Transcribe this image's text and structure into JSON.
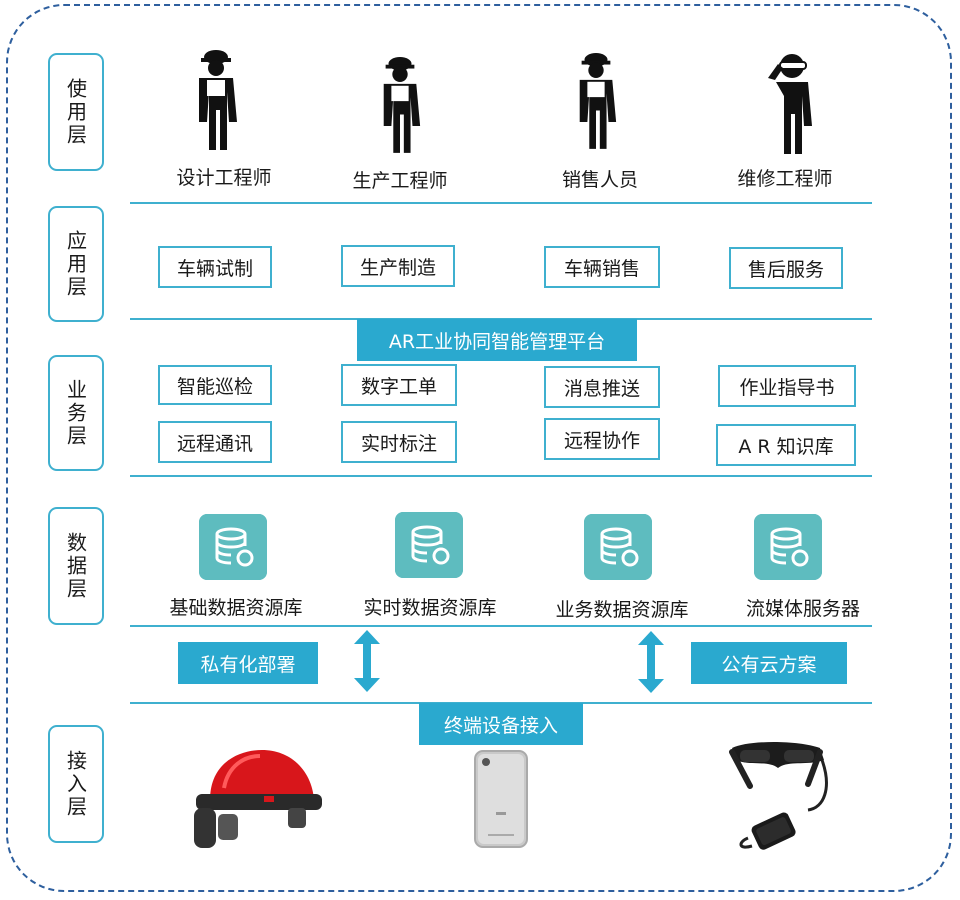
{
  "layers": {
    "usage": "使用层",
    "application": "应用层",
    "business": "业务层",
    "data": "数据层",
    "access": "接入层"
  },
  "users": [
    {
      "label": "设计工程师",
      "icon": "worker-hardhat-icon"
    },
    {
      "label": "生产工程师",
      "icon": "worker-hardhat-icon"
    },
    {
      "label": "销售人员",
      "icon": "worker-hardhat-icon"
    },
    {
      "label": "维修工程师",
      "icon": "worker-ar-glasses-icon"
    }
  ],
  "applications": [
    "车辆试制",
    "生产制造",
    "车辆销售",
    "售后服务"
  ],
  "platform_title": "AR工业协同智能管理平台",
  "business_items": [
    "智能巡检",
    "数字工单",
    "消息推送",
    "作业指导书",
    "远程通讯",
    "实时标注",
    "远程协作",
    "A R 知识库"
  ],
  "data_resources": [
    "基础数据资源库",
    "实时数据资源库",
    "业务数据资源库",
    "流媒体服务器"
  ],
  "deployment": {
    "private": "私有化部署",
    "public": "公有云方案"
  },
  "terminal_title": "终端设备接入",
  "devices": [
    {
      "icon": "ar-helmet-icon"
    },
    {
      "icon": "smartphone-icon"
    },
    {
      "icon": "ar-glasses-icon"
    }
  ],
  "colors": {
    "accent": "#3fb0cf",
    "band": "#2aa9cf",
    "db_icon": "#5ebcbf",
    "frame": "#2e5f9e"
  }
}
